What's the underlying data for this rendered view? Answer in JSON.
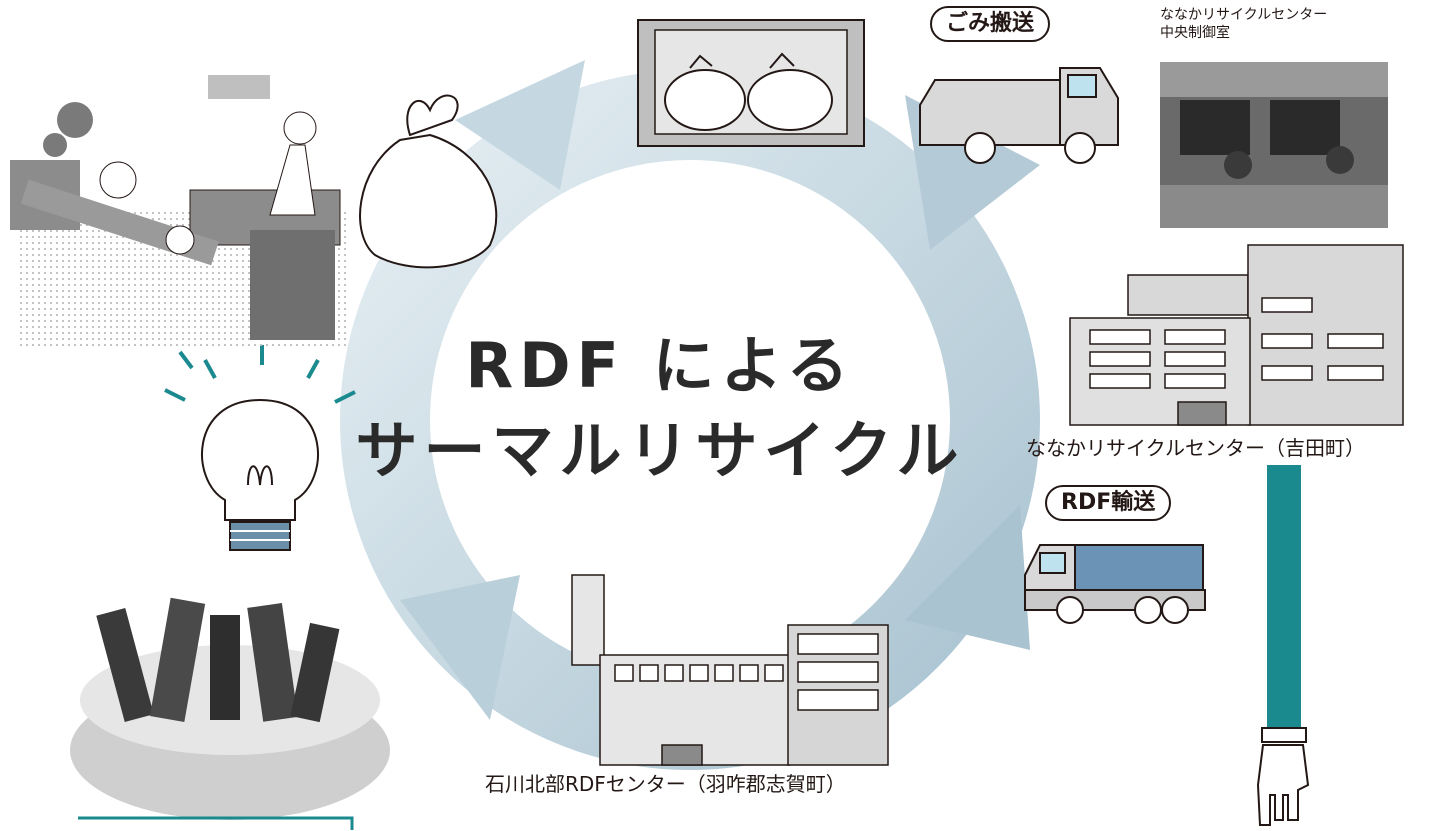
{
  "title": {
    "line1": "RDF による",
    "line2": "サーマルリサイクル"
  },
  "labels": {
    "garbage_transport": "ごみ搬送",
    "rdf_transport": "RDF輸送",
    "control_room_line1": "ななかリサイクルセンター",
    "control_room_line2": "中央制御室",
    "nanaka_center": "ななかリサイクルセンター（吉田町）",
    "ishikawa_center": "石川北部RDFセンター（羽咋郡志賀町）"
  },
  "colors": {
    "cycle_arrow": "#c9dbe4",
    "cycle_arrow_dark": "#8fb0c2",
    "teal_pointer": "#1a8a8f",
    "building_fill": "#dcdcdc",
    "window_fill": "#ffffff"
  },
  "icons": [
    "garbage-bag-icon",
    "garbage-station-icon",
    "garbage-truck-icon",
    "control-room-photo",
    "recycle-center-building-icon",
    "rdf-truck-icon",
    "rdf-center-building-icon",
    "rdf-pellets-photo",
    "light-bulb-icon",
    "household-kitchen-scene",
    "pointing-hand-icon"
  ]
}
